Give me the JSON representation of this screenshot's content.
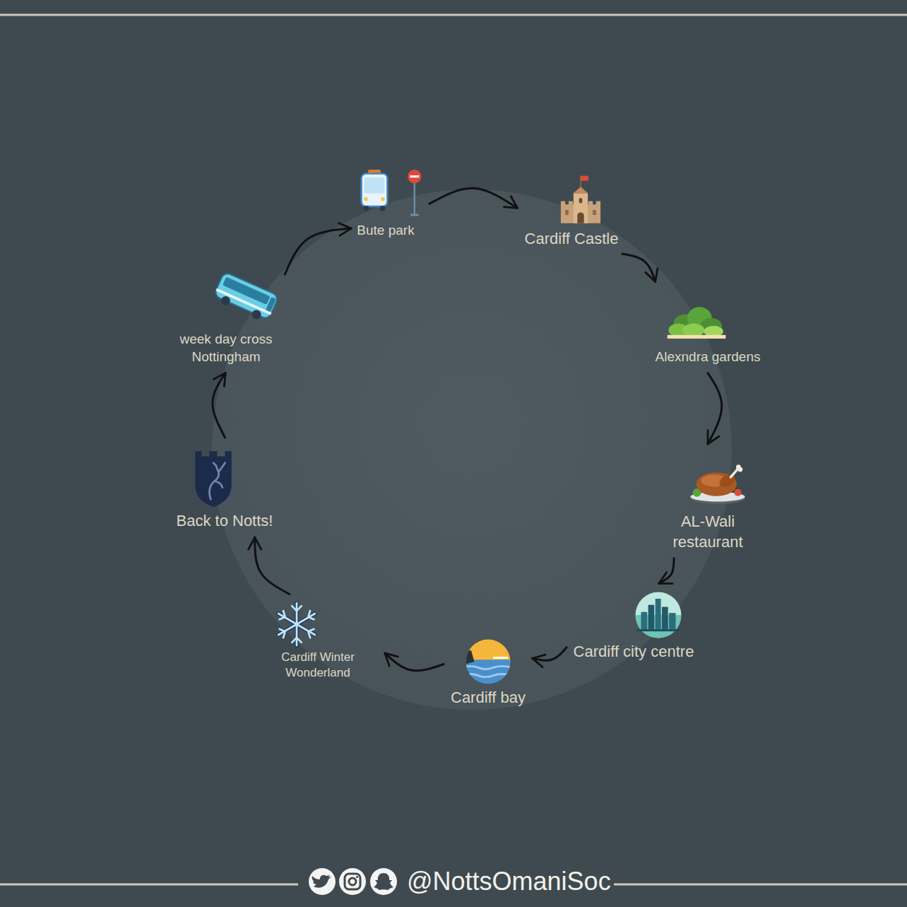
{
  "diagram": {
    "nodes": [
      {
        "text": [
          "Bute park"
        ]
      },
      {
        "text": [
          "Cardiff Castle"
        ]
      },
      {
        "text": [
          "Alexndra gardens"
        ]
      },
      {
        "text": [
          "AL-Wali restaurant"
        ]
      },
      {
        "text": [
          "Cardiff city centre"
        ]
      },
      {
        "text": [
          "Cardiff bay"
        ]
      },
      {
        "text": [
          "Cardiff Winter Wonderland"
        ]
      },
      {
        "text": [
          "Back to Notts!"
        ]
      },
      {
        "text": [
          "week day cross Nottingham"
        ]
      }
    ],
    "edges": [
      {
        "from": 0,
        "to": 1,
        "arrow": "to"
      },
      {
        "from": 1,
        "to": 2,
        "arrow": "to"
      },
      {
        "from": 2,
        "to": 3,
        "arrow": "to"
      },
      {
        "from": 3,
        "to": 4,
        "arrow": "to"
      },
      {
        "from": 4,
        "to": 5,
        "arrow": "to"
      },
      {
        "from": 5,
        "to": 6,
        "arrow": "to"
      },
      {
        "from": 6,
        "to": 7,
        "arrow": "to"
      },
      {
        "from": 7,
        "to": 8,
        "arrow": "to"
      },
      {
        "from": 8,
        "to": 0,
        "arrow": "to"
      }
    ],
    "labels": [
      "@NottsOmaniSoc"
    ]
  }
}
